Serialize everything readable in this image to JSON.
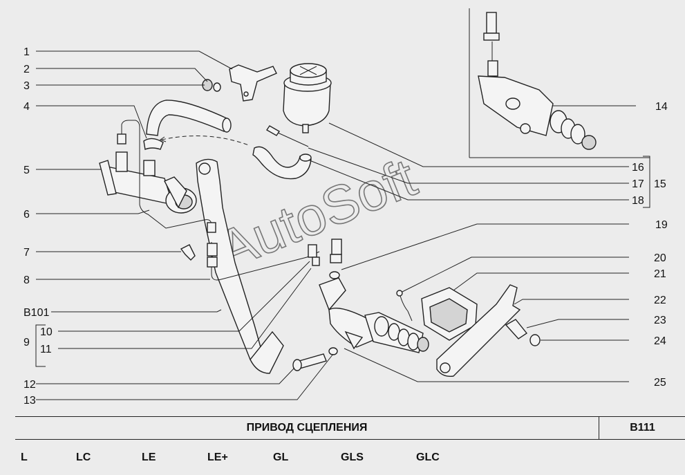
{
  "title": "ПРИВОД  СЦЕПЛЕНИЯ",
  "page_code": "B111",
  "watermark": "AutoSoft",
  "callouts": {
    "c1": "1",
    "c2": "2",
    "c3": "3",
    "c4": "4",
    "c5": "5",
    "c6": "6",
    "c7": "7",
    "c8": "8",
    "b101": "B101",
    "c9": "9",
    "c10": "10",
    "c11": "11",
    "c12": "12",
    "c13": "13",
    "c14": "14",
    "c15": "15",
    "c16": "16",
    "c17": "17",
    "c18": "18",
    "c19": "19",
    "c20": "20",
    "c21": "21",
    "c22": "22",
    "c23": "23",
    "c24": "24",
    "c25": "25"
  },
  "models": [
    "L",
    "LC",
    "LE",
    "LE+",
    "GL",
    "GLS",
    "GLC"
  ]
}
